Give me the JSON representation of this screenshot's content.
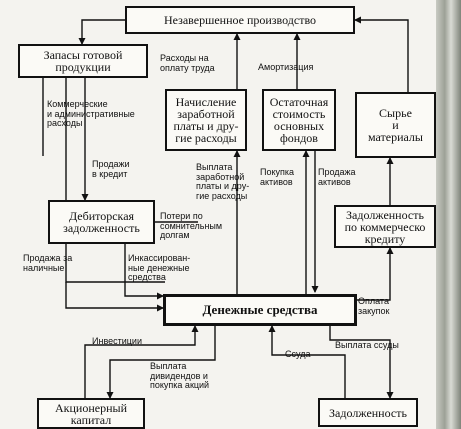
{
  "boxes": {
    "wip": "Незавершенное производство",
    "finished_goods": "Запасы готовой\nпродукции",
    "payroll": "Начисление\nзаработной\nплаты и дру-\nгие расходы",
    "residual_value": "Остаточная\nстоимость\nосновных\nфондов",
    "raw_materials": "Сырье\nи\nматериалы",
    "receivables": "Дебиторская\nзадолженность",
    "trade_payables": "Задолженность\nпо коммерческо\nкредиту",
    "cash": "Денежные средства",
    "equity": "Акционерный\nкапитал",
    "debt": "Задолженность"
  },
  "labels": {
    "labor_payments": "Расходы на\nоплату труда",
    "depreciation": "Амортизация",
    "selling_admin": "Коммерческие\nи административные\nрасходы",
    "credit_sales": "Продажи\nв кредит",
    "bad_debts": "Потери по\nсомнительным\nдолгам",
    "wage_payment": "Выплата\nзаработной\nплаты и дру-\nгие расходы",
    "asset_purchase": "Покупка\nактивов",
    "asset_sale": "Продажа\nактивов",
    "cash_sales": "Продажа за\nналичные",
    "collections": "Инкассирован-\nные денежные\nсредства",
    "purchase_payment": "Оплата\nзакупок",
    "investments": "Инвестиции",
    "dividends": "Выплата\nдивидендов и\nпокупка акций",
    "loan": "Ссуда",
    "loan_repayment": "Выплата ссуды"
  }
}
